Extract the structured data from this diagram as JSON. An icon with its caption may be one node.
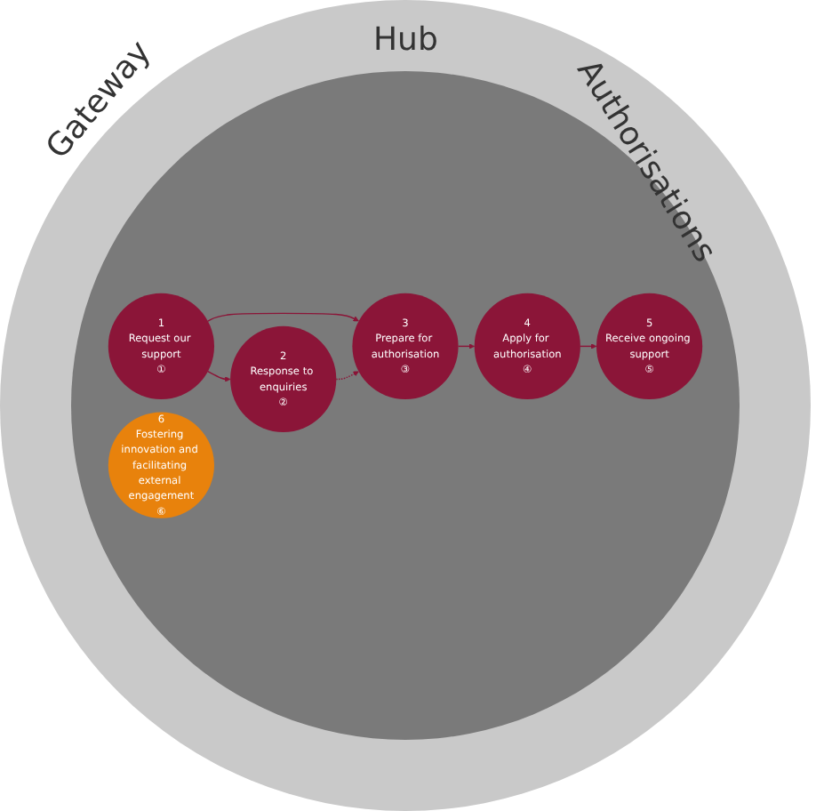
{
  "diagram": {
    "nodes": [
      {
        "text": [
          "1",
          "Request our support",
          "①"
        ]
      },
      {
        "text": [
          "2",
          "Response to enquiries",
          "②"
        ]
      },
      {
        "text": [
          "3",
          "Prepare for authorisation",
          "③"
        ]
      },
      {
        "text": [
          "4",
          "Apply for authorisation",
          "④"
        ]
      },
      {
        "text": [
          "5",
          "Receive ongoing support",
          "⑤"
        ]
      },
      {
        "text": [
          "6",
          "Fostering innovation and facilitating external engagement",
          "⑥"
        ]
      }
    ],
    "edges": [
      {
        "from": 0,
        "to": 2,
        "arrow": "to"
      },
      {
        "from": 0,
        "to": 1,
        "arrow": "to"
      },
      {
        "from": 1,
        "to": 2,
        "arrow": "to",
        "style": "dashed"
      },
      {
        "from": 2,
        "to": 3,
        "arrow": "to"
      },
      {
        "from": 3,
        "to": 4,
        "arrow": "to"
      }
    ],
    "labels": [
      "Hub",
      "Gateway",
      "Authorisations"
    ]
  }
}
